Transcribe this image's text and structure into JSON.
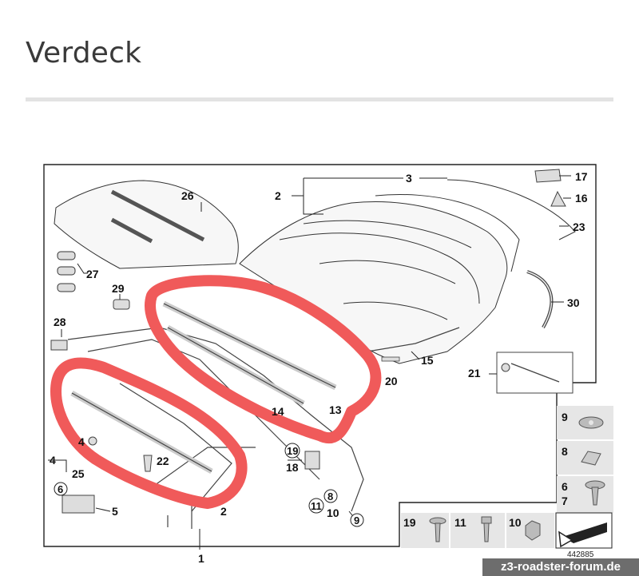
{
  "page": {
    "title": "Verdeck"
  },
  "diagram": {
    "callouts": {
      "c1": "1",
      "c2": "2",
      "c3": "3",
      "c4a": "4",
      "c4b": "4",
      "c5": "5",
      "c6a": "6",
      "c6b": "6",
      "c7": "7",
      "c8a": "8",
      "c8b": "8",
      "c9a": "9",
      "c9b": "9",
      "c10a": "10",
      "c10b": "10",
      "c11a": "11",
      "c11b": "11",
      "c12": "2",
      "c13": "13",
      "c14": "14",
      "c15": "15",
      "c16": "16",
      "c17": "17",
      "c18": "18",
      "c19a": "19",
      "c19b": "19",
      "c20": "20",
      "c21": "21",
      "c22": "22",
      "c23": "23",
      "c25": "25",
      "c26": "26",
      "c27": "27",
      "c28": "28",
      "c29": "29",
      "c30": "30"
    },
    "code": "442885",
    "highlight_color": "#f05a5a"
  },
  "watermark": "z3-roadster-forum.de"
}
